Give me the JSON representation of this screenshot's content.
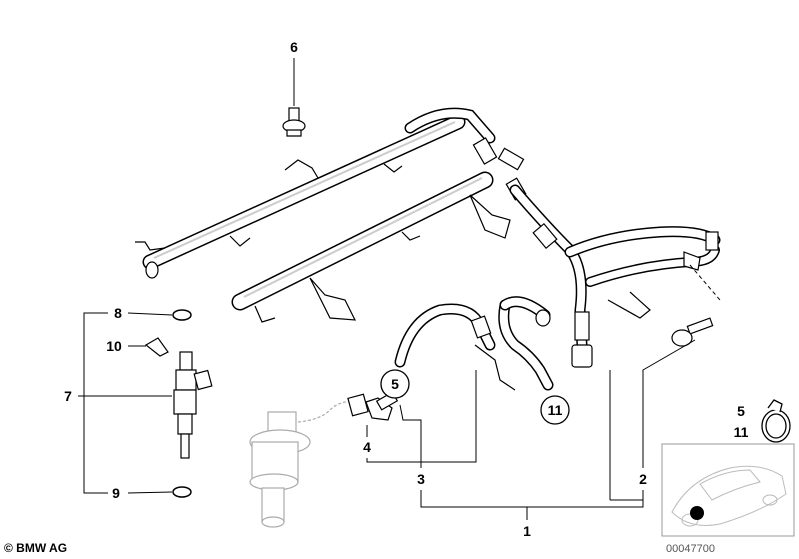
{
  "callouts": {
    "part_1": "1",
    "part_2": "2",
    "part_3": "3",
    "part_4": "4",
    "part_5": "5",
    "part_6": "6",
    "part_7": "7",
    "part_8": "8",
    "part_9": "9",
    "part_10": "10",
    "part_11": "11"
  },
  "inset_labels": {
    "top": "5",
    "bottom": "11"
  },
  "footer": {
    "copyright": "© BMW AG",
    "image_number": "00047700"
  }
}
